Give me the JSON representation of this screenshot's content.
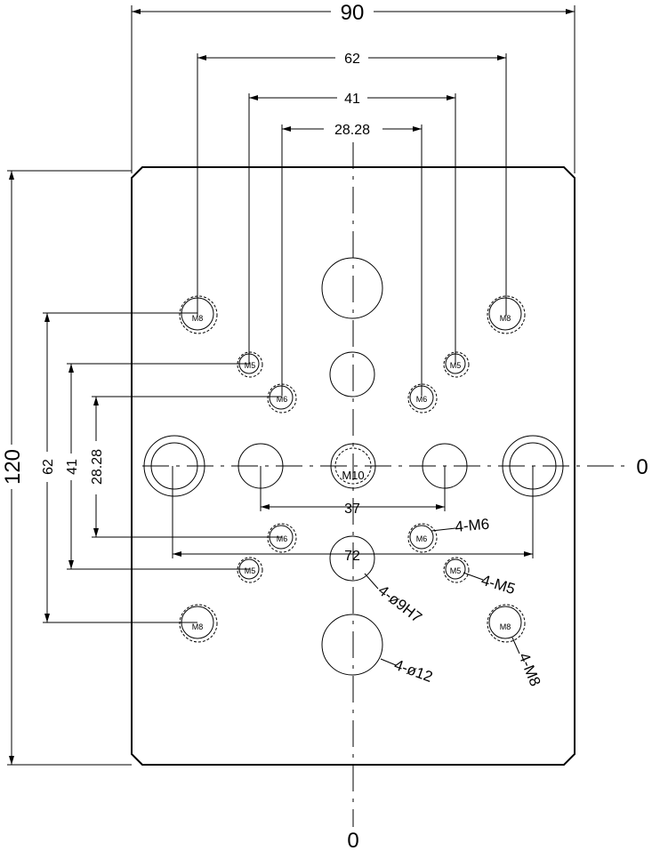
{
  "dimensions": {
    "width": "90",
    "holes_m8_span": "62",
    "holes_m5_span": "41",
    "holes_m6_span": "28.28",
    "height": "120",
    "v_m8_span": "62",
    "v_m5_span": "41",
    "v_m6_span": "28.28",
    "pin_span": "37",
    "bore_span": "72"
  },
  "origin_labels": {
    "horizontal": "0",
    "vertical": "0"
  },
  "hole_marks": {
    "m8": "M8",
    "m6": "M6",
    "m5": "M5",
    "center": "M10"
  },
  "callouts": {
    "m6": "4-M6",
    "m5": "4-M5",
    "pin": "4-ø9H7",
    "bore": "4-ø12",
    "m8": "4-M8"
  }
}
